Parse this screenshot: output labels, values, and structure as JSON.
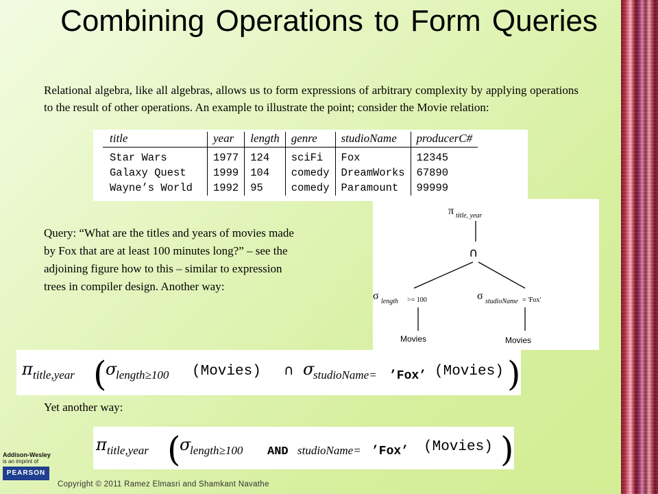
{
  "slide": {
    "title": "Combining Operations to Form Queries",
    "intro": "Relational algebra, like all algebras, allows us to form expressions of arbitrary complexity by applying operations to the result of other operations. An example to illustrate the point; consider the Movie relation:",
    "query_text": "Query: “What are the titles and years of movies made by Fox that are at least 100 minutes long?” – see the adjoining figure how to this – similar to expression trees in compiler design. Another way:",
    "yet_another": "Yet another way:",
    "copyright": "Copyright © 2011 Ramez Elmasri and Shamkant Navathe"
  },
  "movie_table": {
    "columns": [
      "title",
      "year",
      "length",
      "genre",
      "studioName",
      "producerC#"
    ],
    "rows": [
      [
        "Star Wars",
        "1977",
        "124",
        "sciFi",
        "Fox",
        "12345"
      ],
      [
        "Galaxy Quest",
        "1999",
        "104",
        "comedy",
        "DreamWorks",
        "67890"
      ],
      [
        "Wayne’s World",
        "1992",
        "95",
        "comedy",
        "Paramount",
        "99999"
      ]
    ]
  },
  "tree": {
    "projection": "π",
    "projection_sub": "title, year",
    "intersect": "∩",
    "left_select": "σ",
    "left_select_sub": "length",
    "left_condition": ">= 100",
    "right_select": "σ",
    "right_select_sub": "studioName",
    "right_condition": "= 'Fox'",
    "left_leaf": "Movies",
    "right_leaf": "Movies"
  },
  "formula1": {
    "pi": "π",
    "pi_sub": "title,year",
    "sigma1": "σ",
    "sigma1_sub": "length≥100",
    "arg1": "(Movies)",
    "op": "∩",
    "sigma2": "σ",
    "sigma2_sub": "studioName=",
    "sigma2_val": "’Fox’",
    "arg2": "(Movies)"
  },
  "formula2": {
    "pi": "π",
    "pi_sub": "title,year",
    "sigma": "σ",
    "sigma_sub": "length≥100",
    "and": "AND",
    "sub2": "studioName=",
    "val": "’Fox’",
    "arg": "(Movies)"
  },
  "logo": {
    "line1": "Addison-Wesley",
    "line2": "is an imprint of",
    "brand": "PEARSON"
  }
}
